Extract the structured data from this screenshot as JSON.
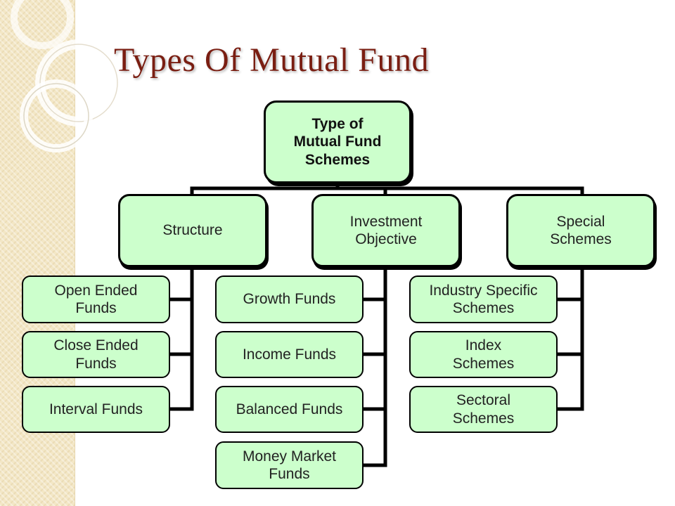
{
  "slide": {
    "title": "Types Of Mutual Fund"
  },
  "diagram": {
    "root": "Type of\nMutual Fund\nSchemes",
    "categories": [
      {
        "label": "Structure",
        "items": [
          "Open Ended\nFunds",
          "Close Ended\nFunds",
          "Interval Funds"
        ]
      },
      {
        "label": "Investment\nObjective",
        "items": [
          "Growth Funds",
          "Income Funds",
          "Balanced Funds",
          "Money Market\nFunds"
        ]
      },
      {
        "label": "Special\nSchemes",
        "items": [
          "Industry Specific\nSchemes",
          "Index\nSchemes",
          "Sectoral\nSchemes"
        ]
      }
    ]
  },
  "colors": {
    "box_fill": "#ccffcc",
    "title": "#7a1e12",
    "sidebar": "#f3e7c6"
  }
}
